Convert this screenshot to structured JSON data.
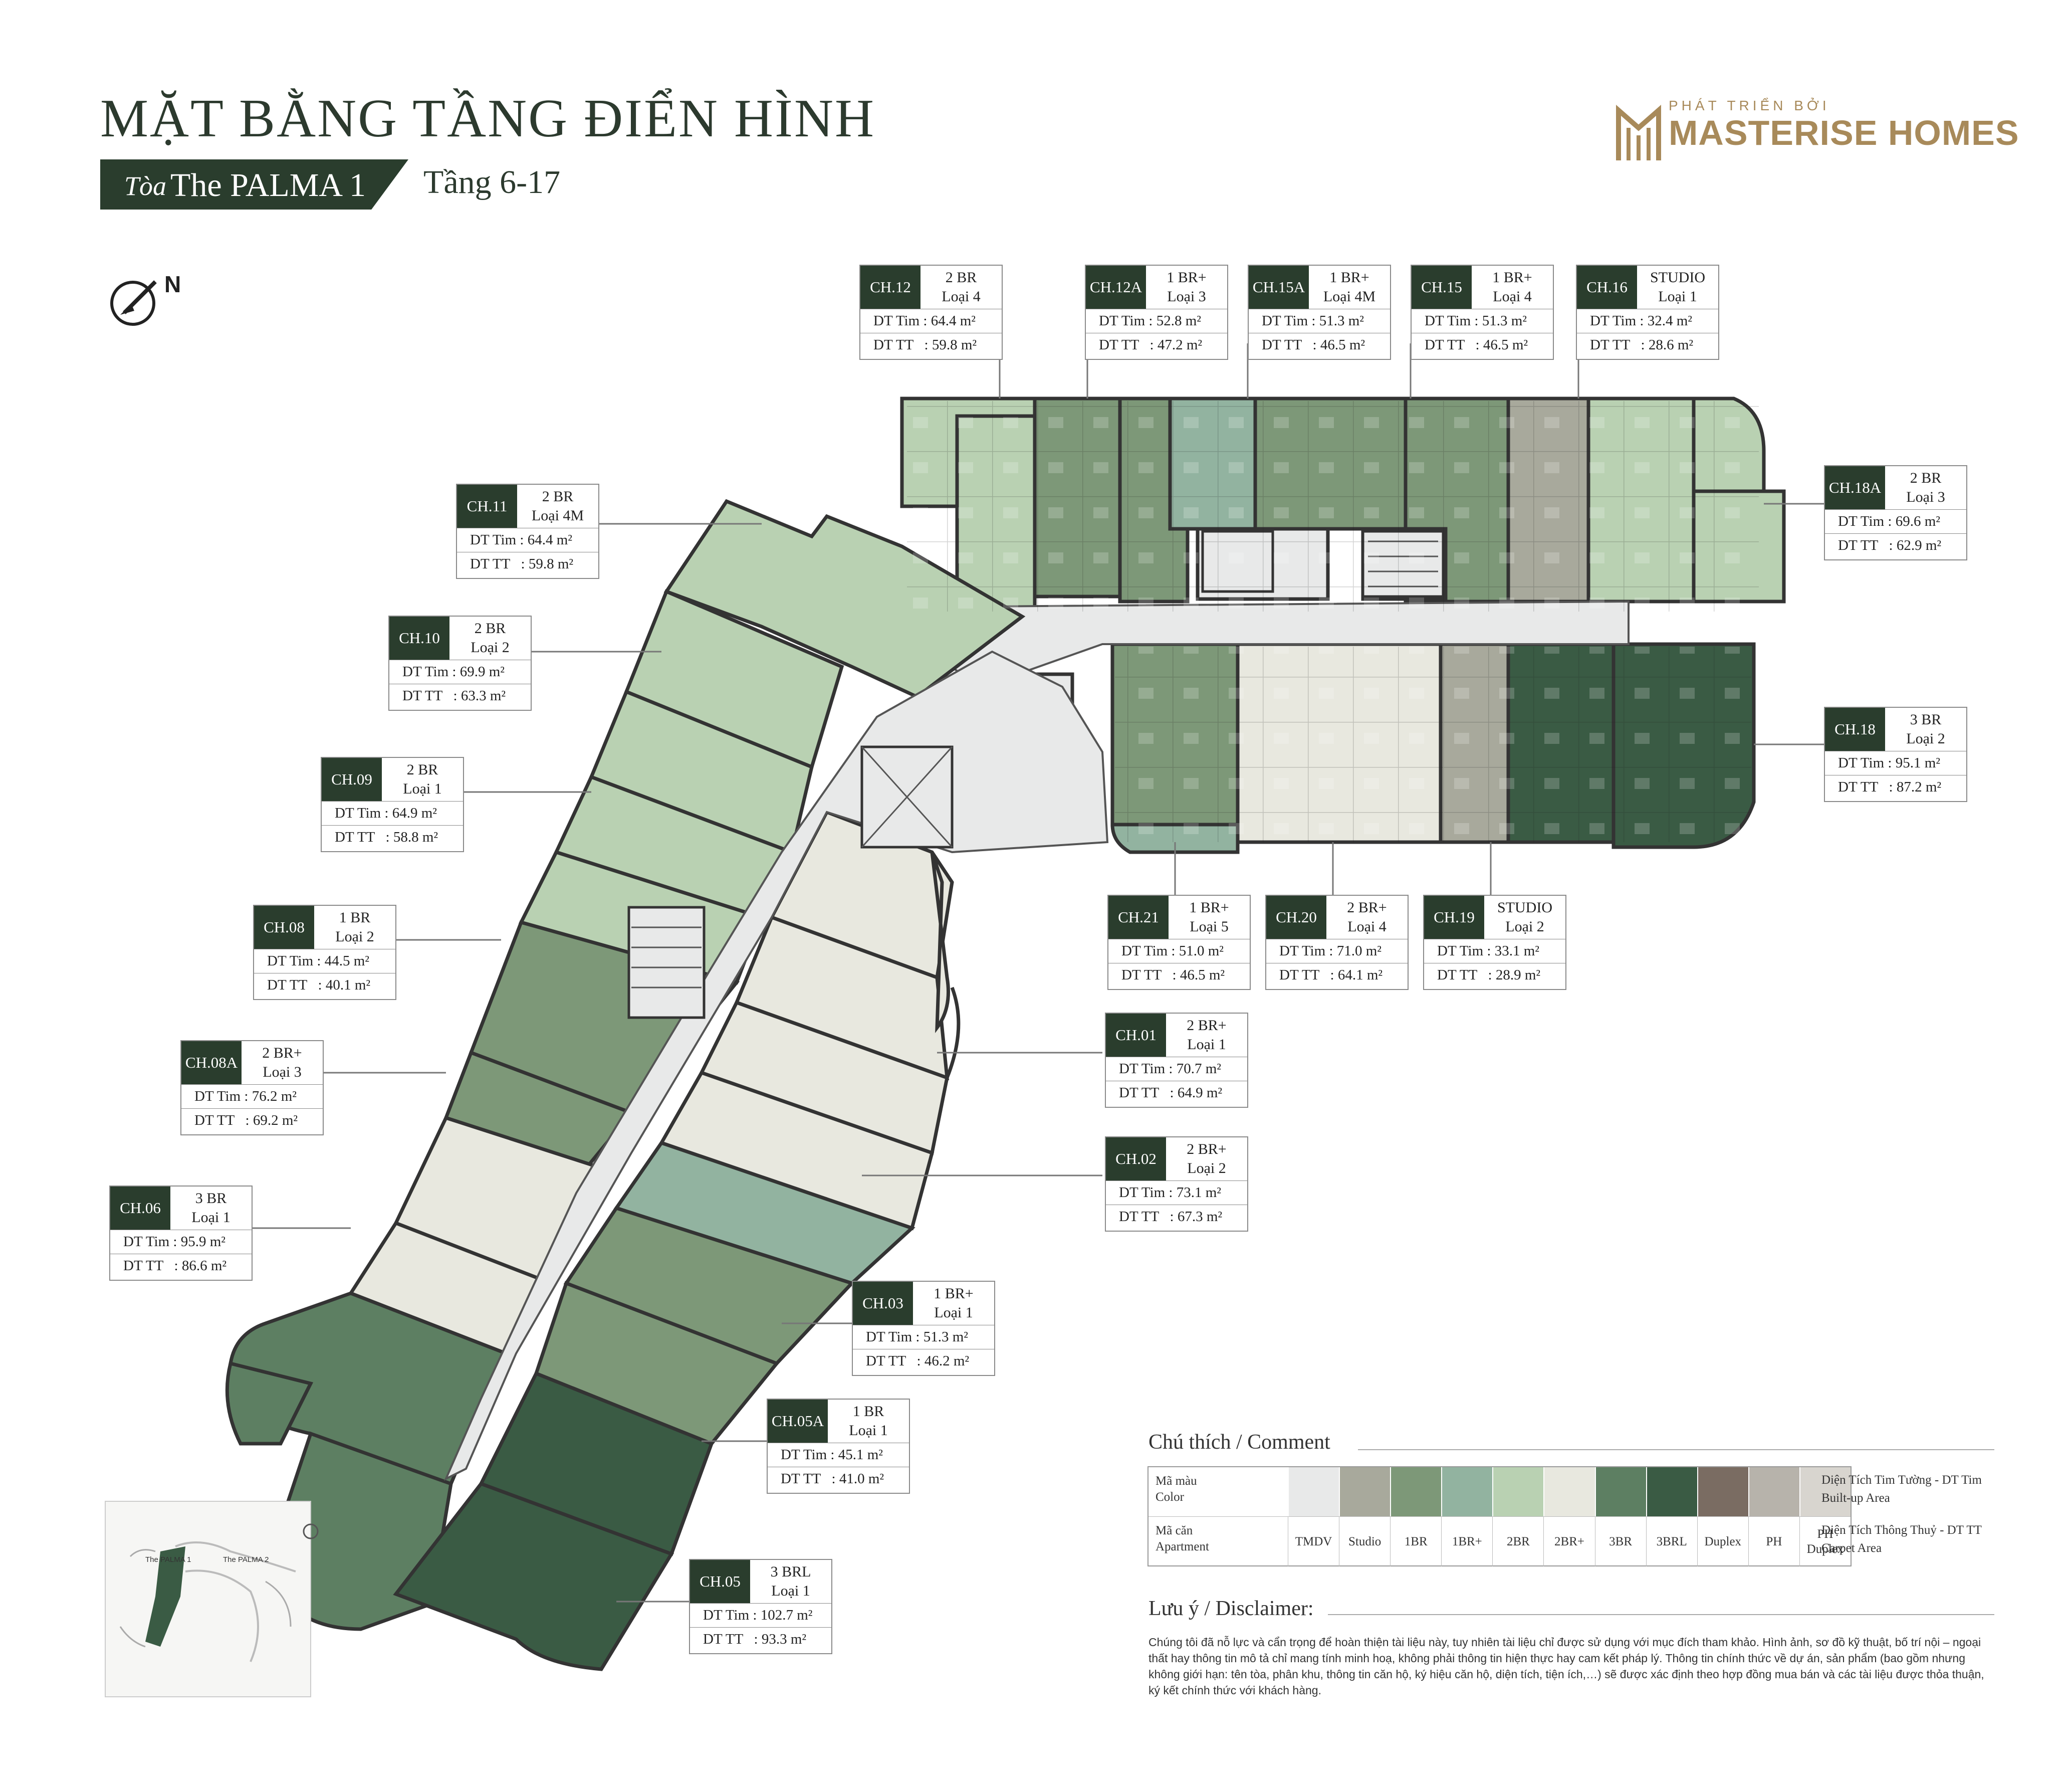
{
  "header": {
    "title": "MẶT BẰNG TẦNG ĐIỂN HÌNH",
    "building_prefix": "Tòa",
    "building_name": "The PALMA 1",
    "floor": "Tầng 6-17"
  },
  "logo": {
    "developed_by": "PHÁT TRIỂN BỞI",
    "brand": "MASTERISE HOMES"
  },
  "compass": {
    "label": "N"
  },
  "units": [
    {
      "code": "CH.12",
      "type": "2 BR\nLoại 4",
      "tim": "DT Tim : 64.4 m²",
      "tt": "DT TT   : 59.8 m²"
    },
    {
      "code": "CH.12A",
      "type": "1 BR+\nLoại 3",
      "tim": "DT Tim : 52.8 m²",
      "tt": "DT TT   : 47.2 m²"
    },
    {
      "code": "CH.15A",
      "type": "1 BR+\nLoại 4M",
      "tim": "DT Tim : 51.3 m²",
      "tt": "DT TT   : 46.5 m²"
    },
    {
      "code": "CH.15",
      "type": "1 BR+\nLoại 4",
      "tim": "DT Tim : 51.3 m²",
      "tt": "DT TT   : 46.5 m²"
    },
    {
      "code": "CH.16",
      "type": "STUDIO\nLoại 1",
      "tim": "DT Tim : 32.4 m²",
      "tt": "DT TT   : 28.6 m²"
    },
    {
      "code": "CH.11",
      "type": "2 BR\nLoại 4M",
      "tim": "DT Tim : 64.4 m²",
      "tt": "DT TT   : 59.8 m²"
    },
    {
      "code": "CH.18A",
      "type": "2 BR\nLoại 3",
      "tim": "DT Tim : 69.6 m²",
      "tt": "DT TT   : 62.9 m²"
    },
    {
      "code": "CH.10",
      "type": "2 BR\nLoại 2",
      "tim": "DT Tim : 69.9 m²",
      "tt": "DT TT   : 63.3 m²"
    },
    {
      "code": "CH.18",
      "type": "3 BR\nLoại 2",
      "tim": "DT Tim : 95.1 m²",
      "tt": "DT TT   : 87.2 m²"
    },
    {
      "code": "CH.09",
      "type": "2 BR\nLoại 1",
      "tim": "DT Tim : 64.9 m²",
      "tt": "DT TT   : 58.8 m²"
    },
    {
      "code": "CH.08",
      "type": "1 BR\nLoại 2",
      "tim": "DT Tim : 44.5 m²",
      "tt": "DT TT   : 40.1 m²"
    },
    {
      "code": "CH.21",
      "type": "1 BR+\nLoại 5",
      "tim": "DT Tim : 51.0 m²",
      "tt": "DT TT   : 46.5 m²"
    },
    {
      "code": "CH.20",
      "type": "2 BR+\nLoại 4",
      "tim": "DT Tim : 71.0 m²",
      "tt": "DT TT   : 64.1 m²"
    },
    {
      "code": "CH.19",
      "type": "STUDIO\nLoại 2",
      "tim": "DT Tim : 33.1 m²",
      "tt": "DT TT   : 28.9 m²"
    },
    {
      "code": "CH.08A",
      "type": "2 BR+\nLoại 3",
      "tim": "DT Tim : 76.2 m²",
      "tt": "DT TT   : 69.2 m²"
    },
    {
      "code": "CH.01",
      "type": "2 BR+\nLoại 1",
      "tim": "DT Tim : 70.7 m²",
      "tt": "DT TT   : 64.9 m²"
    },
    {
      "code": "CH.02",
      "type": "2 BR+\nLoại 2",
      "tim": "DT Tim : 73.1 m²",
      "tt": "DT TT   : 67.3 m²"
    },
    {
      "code": "CH.06",
      "type": "3 BR\nLoại 1",
      "tim": "DT Tim : 95.9 m²",
      "tt": "DT TT   : 86.6 m²"
    },
    {
      "code": "CH.03",
      "type": "1 BR+\nLoại 1",
      "tim": "DT Tim : 51.3 m²",
      "tt": "DT TT   : 46.2 m²"
    },
    {
      "code": "CH.05A",
      "type": "1 BR\nLoại 1",
      "tim": "DT Tim : 45.1 m²",
      "tt": "DT TT   : 41.0 m²"
    },
    {
      "code": "CH.05",
      "type": "3 BRL\nLoại 1",
      "tim": "DT Tim : 102.7 m²",
      "tt": "DT TT   : 93.3 m²"
    }
  ],
  "legend": {
    "title": "Chú thích / Comment",
    "color_header": "Mã màu\nColor",
    "apartment_header": "Mã căn\nApartment",
    "items": [
      {
        "name": "TMDV",
        "color": "#e8e9e9"
      },
      {
        "name": "Studio",
        "color": "#a8a99c"
      },
      {
        "name": "1BR",
        "color": "#7d9878"
      },
      {
        "name": "1BR+",
        "color": "#92b3a0"
      },
      {
        "name": "2BR",
        "color": "#b9d1b2"
      },
      {
        "name": "2BR+",
        "color": "#e8e8df"
      },
      {
        "name": "3BR",
        "color": "#5d7f62"
      },
      {
        "name": "3BRL",
        "color": "#3a5b44"
      },
      {
        "name": "Duplex",
        "color": "#7a6c62"
      },
      {
        "name": "PH",
        "color": "#b7b3ab"
      },
      {
        "name": "PH\nDuplex",
        "color": "#d8d5cf"
      }
    ],
    "builtup_note": "Diện Tích Tim Tường - DT Tim\nBuilt-up Area",
    "carpet_note": "Diện Tích Thông Thuỷ - DT TT\nCarpet Area"
  },
  "disclaimer": {
    "title": "Lưu ý / Disclaimer:",
    "text": "Chúng tôi đã nỗ lực và cẩn trọng để hoàn thiện tài liệu này, tuy nhiên tài liệu chỉ được sử dụng với mục đích tham khảo. Hình ảnh, sơ đồ kỹ thuật, bố trí nội – ngoại thất hay thông tin mô tả chỉ mang tính minh hoạ, không phải thông tin hiện thực hay cam kết pháp lý. Thông tin chính thức về dự án, sản phẩm (bao gồm nhưng không giới hạn: tên tòa, phân khu, thông tin căn hộ, ký hiệu căn hộ, diện tích, tiện ích,…) sẽ được xác định theo hợp đồng mua bán và các tài liệu được thỏa thuận, ký kết chính thức với khách hàng."
  },
  "site_plan": {
    "label_1": "The PALMA 1",
    "label_2": "The PALMA 2"
  }
}
